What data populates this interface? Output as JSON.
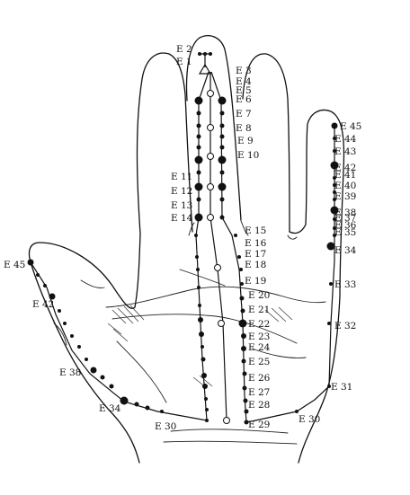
{
  "labels": [
    "E 1",
    "E 2",
    "E 3",
    "E 4",
    "E 5",
    "E 6",
    "E 7",
    "E 8",
    "E 9",
    "E 10",
    "E 11",
    "E 12",
    "E 13",
    "E 14",
    "E 15",
    "E 16",
    "E 17",
    "E 18",
    "E 19",
    "E 20",
    "E 21",
    "E 22",
    "E 23",
    "E 24",
    "E 25",
    "E 26",
    "E 27",
    "E 28",
    "E 29",
    "E 30",
    "E 30",
    "E 31",
    "E 32",
    "E 33",
    "E 34",
    "E 34",
    "E 35",
    "E 36",
    "E 37",
    "E 38",
    "E 38",
    "E 39",
    "E 40",
    "E 41",
    "E 42",
    "E 42",
    "E 43",
    "E 44",
    "E 45",
    "E 45"
  ]
}
